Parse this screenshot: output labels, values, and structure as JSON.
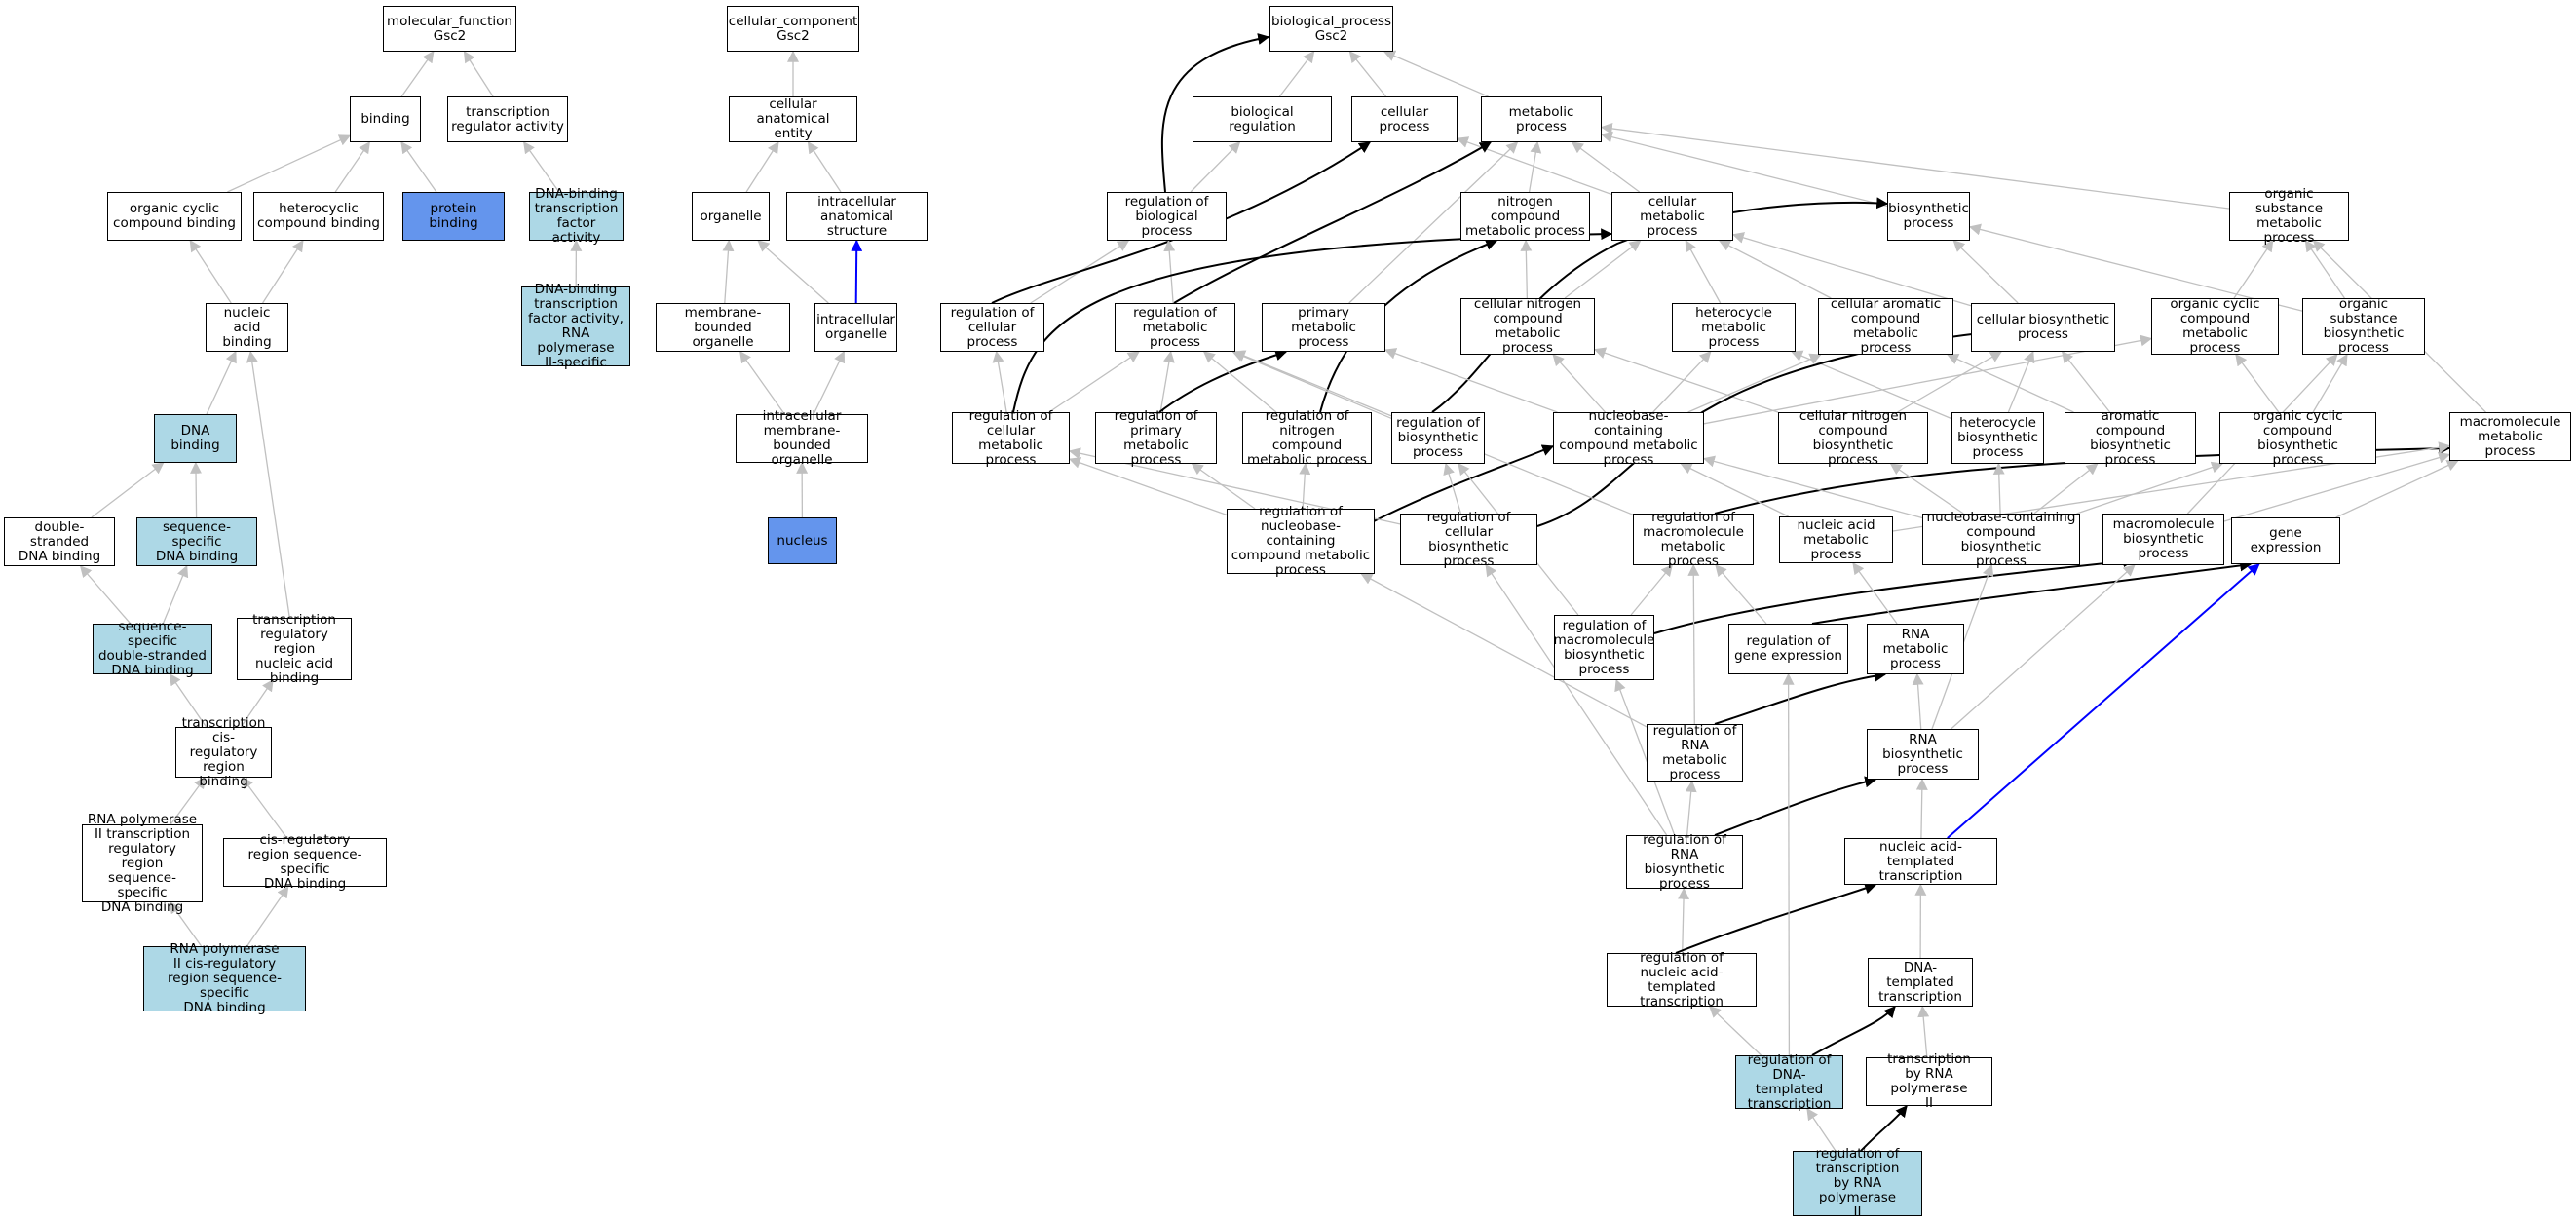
{
  "nodes": [
    {
      "id": "mf",
      "label": "molecular_function\nGsc2"
    },
    {
      "id": "binding",
      "label": "binding"
    },
    {
      "id": "trans_reg",
      "label": "transcription\nregulator activity"
    },
    {
      "id": "org_cyc_bind",
      "label": "organic cyclic\ncompound binding"
    },
    {
      "id": "het_bind",
      "label": "heterocyclic\ncompound binding"
    },
    {
      "id": "prot_bind",
      "label": "protein binding",
      "style": "blue"
    },
    {
      "id": "dbtf",
      "label": "DNA-binding\ntranscription\nfactor activity",
      "style": "light"
    },
    {
      "id": "dbtf_pol2",
      "label": "DNA-binding\ntranscription\nfactor activity,\nRNA polymerase\nII-specific",
      "style": "light"
    },
    {
      "id": "na_bind",
      "label": "nucleic acid\nbinding"
    },
    {
      "id": "dna_bind",
      "label": "DNA binding",
      "style": "light"
    },
    {
      "id": "ds_dna",
      "label": "double-stranded\nDNA binding"
    },
    {
      "id": "ss_dna",
      "label": "sequence-specific\nDNA binding",
      "style": "light"
    },
    {
      "id": "ss_ds_dna",
      "label": "sequence-specific\ndouble-stranded\nDNA binding",
      "style": "light"
    },
    {
      "id": "trr_na",
      "label": "transcription\nregulatory region\nnucleic acid\nbinding"
    },
    {
      "id": "tcr_bind",
      "label": "transcription\ncis-regulatory\nregion binding"
    },
    {
      "id": "pol2_reg_bind",
      "label": "RNA polymerase\nII transcription\nregulatory region\nsequence-specific\nDNA binding"
    },
    {
      "id": "cis_reg_bind",
      "label": "cis-regulatory\nregion sequence-specific\nDNA binding"
    },
    {
      "id": "pol2_cis",
      "label": "RNA polymerase\nII cis-regulatory\nregion sequence-specific\nDNA binding",
      "style": "light"
    },
    {
      "id": "cc",
      "label": "cellular_component\nGsc2"
    },
    {
      "id": "cae",
      "label": "cellular anatomical\nentity"
    },
    {
      "id": "organelle",
      "label": "organelle"
    },
    {
      "id": "ias",
      "label": "intracellular\nanatomical structure"
    },
    {
      "id": "mbo",
      "label": "membrane-bounded\norganelle"
    },
    {
      "id": "io",
      "label": "intracellular\norganelle"
    },
    {
      "id": "imbo",
      "label": "intracellular\nmembrane-bounded\norganelle"
    },
    {
      "id": "nucleus",
      "label": "nucleus",
      "style": "blue"
    },
    {
      "id": "bp",
      "label": "biological_process\nGsc2"
    },
    {
      "id": "bio_reg",
      "label": "biological regulation"
    },
    {
      "id": "cell_proc",
      "label": "cellular process"
    },
    {
      "id": "met_proc",
      "label": "metabolic process"
    },
    {
      "id": "reg_bp",
      "label": "regulation of\nbiological process"
    },
    {
      "id": "ncmp",
      "label": "nitrogen compound\nmetabolic process"
    },
    {
      "id": "cmp",
      "label": "cellular metabolic\nprocess"
    },
    {
      "id": "bsp",
      "label": "biosynthetic\nprocess"
    },
    {
      "id": "osmp",
      "label": "organic substance\nmetabolic process"
    },
    {
      "id": "reg_cp",
      "label": "regulation of\ncellular process"
    },
    {
      "id": "reg_mp",
      "label": "regulation of\nmetabolic process"
    },
    {
      "id": "pmp",
      "label": "primary metabolic\nprocess"
    },
    {
      "id": "cncmp",
      "label": "cellular nitrogen\ncompound metabolic\nprocess"
    },
    {
      "id": "hmp",
      "label": "heterocycle\nmetabolic process"
    },
    {
      "id": "camp",
      "label": "cellular aromatic\ncompound metabolic\nprocess"
    },
    {
      "id": "cbp",
      "label": "cellular biosynthetic\nprocess"
    },
    {
      "id": "occmp",
      "label": "organic cyclic\ncompound metabolic\nprocess"
    },
    {
      "id": "osbp",
      "label": "organic substance\nbiosynthetic\nprocess"
    },
    {
      "id": "reg_cmp",
      "label": "regulation of\ncellular metabolic\nprocess"
    },
    {
      "id": "reg_pmp",
      "label": "regulation of\nprimary metabolic\nprocess"
    },
    {
      "id": "reg_ncmp",
      "label": "regulation of\nnitrogen compound\nmetabolic process"
    },
    {
      "id": "reg_bsp",
      "label": "regulation of\nbiosynthetic\nprocess"
    },
    {
      "id": "nbcmp",
      "label": "nucleobase-containing\ncompound metabolic\nprocess"
    },
    {
      "id": "cncbp",
      "label": "cellular nitrogen\ncompound biosynthetic\nprocess"
    },
    {
      "id": "hbp",
      "label": "heterocycle\nbiosynthetic\nprocess"
    },
    {
      "id": "acbp",
      "label": "aromatic compound\nbiosynthetic\nprocess"
    },
    {
      "id": "occbp",
      "label": "organic cyclic\ncompound biosynthetic\nprocess"
    },
    {
      "id": "mmp",
      "label": "macromolecule\nmetabolic process"
    },
    {
      "id": "reg_nbcmp",
      "label": "regulation of\nnucleobase-containing\ncompound metabolic\nprocess"
    },
    {
      "id": "reg_cbp",
      "label": "regulation of\ncellular biosynthetic\nprocess"
    },
    {
      "id": "reg_mmp",
      "label": "regulation of\nmacromolecule\nmetabolic process"
    },
    {
      "id": "namp",
      "label": "nucleic acid\nmetabolic process"
    },
    {
      "id": "nbcbp",
      "label": "nucleobase-containing\ncompound biosynthetic\nprocess"
    },
    {
      "id": "mbp",
      "label": "macromolecule\nbiosynthetic\nprocess"
    },
    {
      "id": "gene_exp",
      "label": "gene expression"
    },
    {
      "id": "reg_mbp",
      "label": "regulation of\nmacromolecule\nbiosynthetic\nprocess"
    },
    {
      "id": "reg_ge",
      "label": "regulation of\ngene expression"
    },
    {
      "id": "rmp",
      "label": "RNA metabolic\nprocess"
    },
    {
      "id": "reg_rmp",
      "label": "regulation of\nRNA metabolic\nprocess"
    },
    {
      "id": "rbp",
      "label": "RNA biosynthetic\nprocess"
    },
    {
      "id": "reg_rbp",
      "label": "regulation of\nRNA biosynthetic\nprocess"
    },
    {
      "id": "nat",
      "label": "nucleic acid-templated\ntranscription"
    },
    {
      "id": "reg_nat",
      "label": "regulation of\nnucleic acid-templated\ntranscription"
    },
    {
      "id": "dt",
      "label": "DNA-templated\ntranscription"
    },
    {
      "id": "reg_dt",
      "label": "regulation of\nDNA-templated\ntranscription",
      "style": "light"
    },
    {
      "id": "tpol2",
      "label": "transcription\nby RNA polymerase\nII"
    },
    {
      "id": "reg_tpol2",
      "label": "regulation of\ntranscription\nby RNA polymerase\nII",
      "style": "light"
    }
  ],
  "edges": [
    [
      "binding",
      "mf",
      "is_a"
    ],
    [
      "trans_reg",
      "mf",
      "is_a"
    ],
    [
      "org_cyc_bind",
      "binding",
      "is_a"
    ],
    [
      "het_bind",
      "binding",
      "is_a"
    ],
    [
      "prot_bind",
      "binding",
      "is_a"
    ],
    [
      "dbtf",
      "trans_reg",
      "is_a"
    ],
    [
      "dbtf_pol2",
      "dbtf",
      "is_a"
    ],
    [
      "na_bind",
      "org_cyc_bind",
      "is_a"
    ],
    [
      "na_bind",
      "het_bind",
      "is_a"
    ],
    [
      "dna_bind",
      "na_bind",
      "is_a"
    ],
    [
      "ds_dna",
      "dna_bind",
      "is_a"
    ],
    [
      "ss_dna",
      "dna_bind",
      "is_a"
    ],
    [
      "ss_ds_dna",
      "ds_dna",
      "is_a"
    ],
    [
      "ss_ds_dna",
      "ss_dna",
      "is_a"
    ],
    [
      "trr_na",
      "na_bind",
      "is_a"
    ],
    [
      "tcr_bind",
      "ss_ds_dna",
      "is_a"
    ],
    [
      "tcr_bind",
      "trr_na",
      "is_a"
    ],
    [
      "pol2_reg_bind",
      "tcr_bind",
      "is_a"
    ],
    [
      "cis_reg_bind",
      "tcr_bind",
      "is_a"
    ],
    [
      "pol2_cis",
      "pol2_reg_bind",
      "is_a"
    ],
    [
      "pol2_cis",
      "cis_reg_bind",
      "is_a"
    ],
    [
      "cae",
      "cc",
      "is_a"
    ],
    [
      "organelle",
      "cae",
      "is_a"
    ],
    [
      "ias",
      "cae",
      "is_a"
    ],
    [
      "mbo",
      "organelle",
      "is_a"
    ],
    [
      "io",
      "organelle",
      "is_a"
    ],
    [
      "io",
      "ias",
      "part_of"
    ],
    [
      "imbo",
      "mbo",
      "is_a"
    ],
    [
      "imbo",
      "io",
      "is_a"
    ],
    [
      "nucleus",
      "imbo",
      "is_a"
    ],
    [
      "bio_reg",
      "bp",
      "is_a"
    ],
    [
      "cell_proc",
      "bp",
      "is_a"
    ],
    [
      "met_proc",
      "bp",
      "is_a"
    ],
    [
      "reg_bp",
      "bio_reg",
      "is_a"
    ],
    [
      "reg_bp",
      "bp",
      "regulates"
    ],
    [
      "ncmp",
      "met_proc",
      "is_a"
    ],
    [
      "cmp",
      "met_proc",
      "is_a"
    ],
    [
      "cmp",
      "cell_proc",
      "is_a"
    ],
    [
      "bsp",
      "met_proc",
      "is_a"
    ],
    [
      "osmp",
      "met_proc",
      "is_a"
    ],
    [
      "reg_cp",
      "reg_bp",
      "is_a"
    ],
    [
      "reg_cp",
      "cell_proc",
      "regulates"
    ],
    [
      "reg_mp",
      "reg_bp",
      "is_a"
    ],
    [
      "reg_mp",
      "met_proc",
      "regulates"
    ],
    [
      "pmp",
      "met_proc",
      "is_a"
    ],
    [
      "cncmp",
      "ncmp",
      "is_a"
    ],
    [
      "cncmp",
      "cmp",
      "is_a"
    ],
    [
      "hmp",
      "cmp",
      "is_a"
    ],
    [
      "camp",
      "cmp",
      "is_a"
    ],
    [
      "cbp",
      "cmp",
      "is_a"
    ],
    [
      "cbp",
      "bsp",
      "is_a"
    ],
    [
      "occmp",
      "osmp",
      "is_a"
    ],
    [
      "osbp",
      "osmp",
      "is_a"
    ],
    [
      "osbp",
      "bsp",
      "is_a"
    ],
    [
      "reg_cmp",
      "reg_cp",
      "is_a"
    ],
    [
      "reg_cmp",
      "reg_mp",
      "is_a"
    ],
    [
      "reg_cmp",
      "cmp",
      "regulates"
    ],
    [
      "reg_pmp",
      "reg_mp",
      "is_a"
    ],
    [
      "reg_pmp",
      "pmp",
      "regulates"
    ],
    [
      "reg_ncmp",
      "reg_mp",
      "is_a"
    ],
    [
      "reg_ncmp",
      "ncmp",
      "regulates"
    ],
    [
      "reg_bsp",
      "reg_mp",
      "is_a"
    ],
    [
      "reg_bsp",
      "bsp",
      "regulates"
    ],
    [
      "nbcmp",
      "cncmp",
      "is_a"
    ],
    [
      "nbcmp",
      "hmp",
      "is_a"
    ],
    [
      "nbcmp",
      "camp",
      "is_a"
    ],
    [
      "nbcmp",
      "occmp",
      "is_a"
    ],
    [
      "nbcmp",
      "pmp",
      "is_a"
    ],
    [
      "cncbp",
      "cncmp",
      "is_a"
    ],
    [
      "cncbp",
      "cbp",
      "is_a"
    ],
    [
      "hbp",
      "hmp",
      "is_a"
    ],
    [
      "hbp",
      "cbp",
      "is_a"
    ],
    [
      "acbp",
      "camp",
      "is_a"
    ],
    [
      "acbp",
      "cbp",
      "is_a"
    ],
    [
      "occbp",
      "occmp",
      "is_a"
    ],
    [
      "occbp",
      "osbp",
      "is_a"
    ],
    [
      "mmp",
      "osmp",
      "is_a"
    ],
    [
      "reg_nbcmp",
      "reg_cmp",
      "is_a"
    ],
    [
      "reg_nbcmp",
      "reg_pmp",
      "is_a"
    ],
    [
      "reg_nbcmp",
      "reg_ncmp",
      "is_a"
    ],
    [
      "reg_nbcmp",
      "nbcmp",
      "regulates"
    ],
    [
      "reg_cbp",
      "reg_bsp",
      "is_a"
    ],
    [
      "reg_cbp",
      "reg_cmp",
      "is_a"
    ],
    [
      "reg_cbp",
      "cbp",
      "regulates"
    ],
    [
      "reg_mmp",
      "reg_mp",
      "is_a"
    ],
    [
      "reg_mmp",
      "mmp",
      "regulates"
    ],
    [
      "namp",
      "nbcmp",
      "is_a"
    ],
    [
      "namp",
      "mmp",
      "is_a"
    ],
    [
      "nbcbp",
      "nbcmp",
      "is_a"
    ],
    [
      "nbcbp",
      "cncbp",
      "is_a"
    ],
    [
      "nbcbp",
      "hbp",
      "is_a"
    ],
    [
      "nbcbp",
      "acbp",
      "is_a"
    ],
    [
      "nbcbp",
      "occbp",
      "is_a"
    ],
    [
      "mbp",
      "mmp",
      "is_a"
    ],
    [
      "mbp",
      "osbp",
      "is_a"
    ],
    [
      "gene_exp",
      "mmp",
      "is_a"
    ],
    [
      "reg_mbp",
      "reg_mmp",
      "is_a"
    ],
    [
      "reg_mbp",
      "reg_bsp",
      "is_a"
    ],
    [
      "reg_mbp",
      "mbp",
      "regulates"
    ],
    [
      "reg_ge",
      "reg_mmp",
      "is_a"
    ],
    [
      "reg_ge",
      "gene_exp",
      "regulates"
    ],
    [
      "rmp",
      "namp",
      "is_a"
    ],
    [
      "reg_rmp",
      "reg_nbcmp",
      "is_a"
    ],
    [
      "reg_rmp",
      "reg_mmp",
      "is_a"
    ],
    [
      "reg_rmp",
      "rmp",
      "regulates"
    ],
    [
      "rbp",
      "rmp",
      "is_a"
    ],
    [
      "rbp",
      "nbcbp",
      "is_a"
    ],
    [
      "rbp",
      "mbp",
      "is_a"
    ],
    [
      "reg_rbp",
      "reg_rmp",
      "is_a"
    ],
    [
      "reg_rbp",
      "reg_mbp",
      "is_a"
    ],
    [
      "reg_rbp",
      "reg_cbp",
      "is_a"
    ],
    [
      "reg_rbp",
      "rbp",
      "regulates"
    ],
    [
      "nat",
      "rbp",
      "is_a"
    ],
    [
      "nat",
      "gene_exp",
      "part_of"
    ],
    [
      "reg_nat",
      "reg_rbp",
      "is_a"
    ],
    [
      "reg_nat",
      "nat",
      "regulates"
    ],
    [
      "dt",
      "nat",
      "is_a"
    ],
    [
      "reg_dt",
      "reg_nat",
      "is_a"
    ],
    [
      "reg_dt",
      "reg_ge",
      "is_a"
    ],
    [
      "reg_dt",
      "dt",
      "regulates"
    ],
    [
      "tpol2",
      "dt",
      "is_a"
    ],
    [
      "reg_tpol2",
      "reg_dt",
      "is_a"
    ],
    [
      "reg_tpol2",
      "tpol2",
      "regulates"
    ]
  ],
  "colors": {
    "is_a": "#c0c0c0",
    "part_of": "#0000ff",
    "regulates": "#000000",
    "light": "#add8e6",
    "blue": "#6495ed"
  }
}
